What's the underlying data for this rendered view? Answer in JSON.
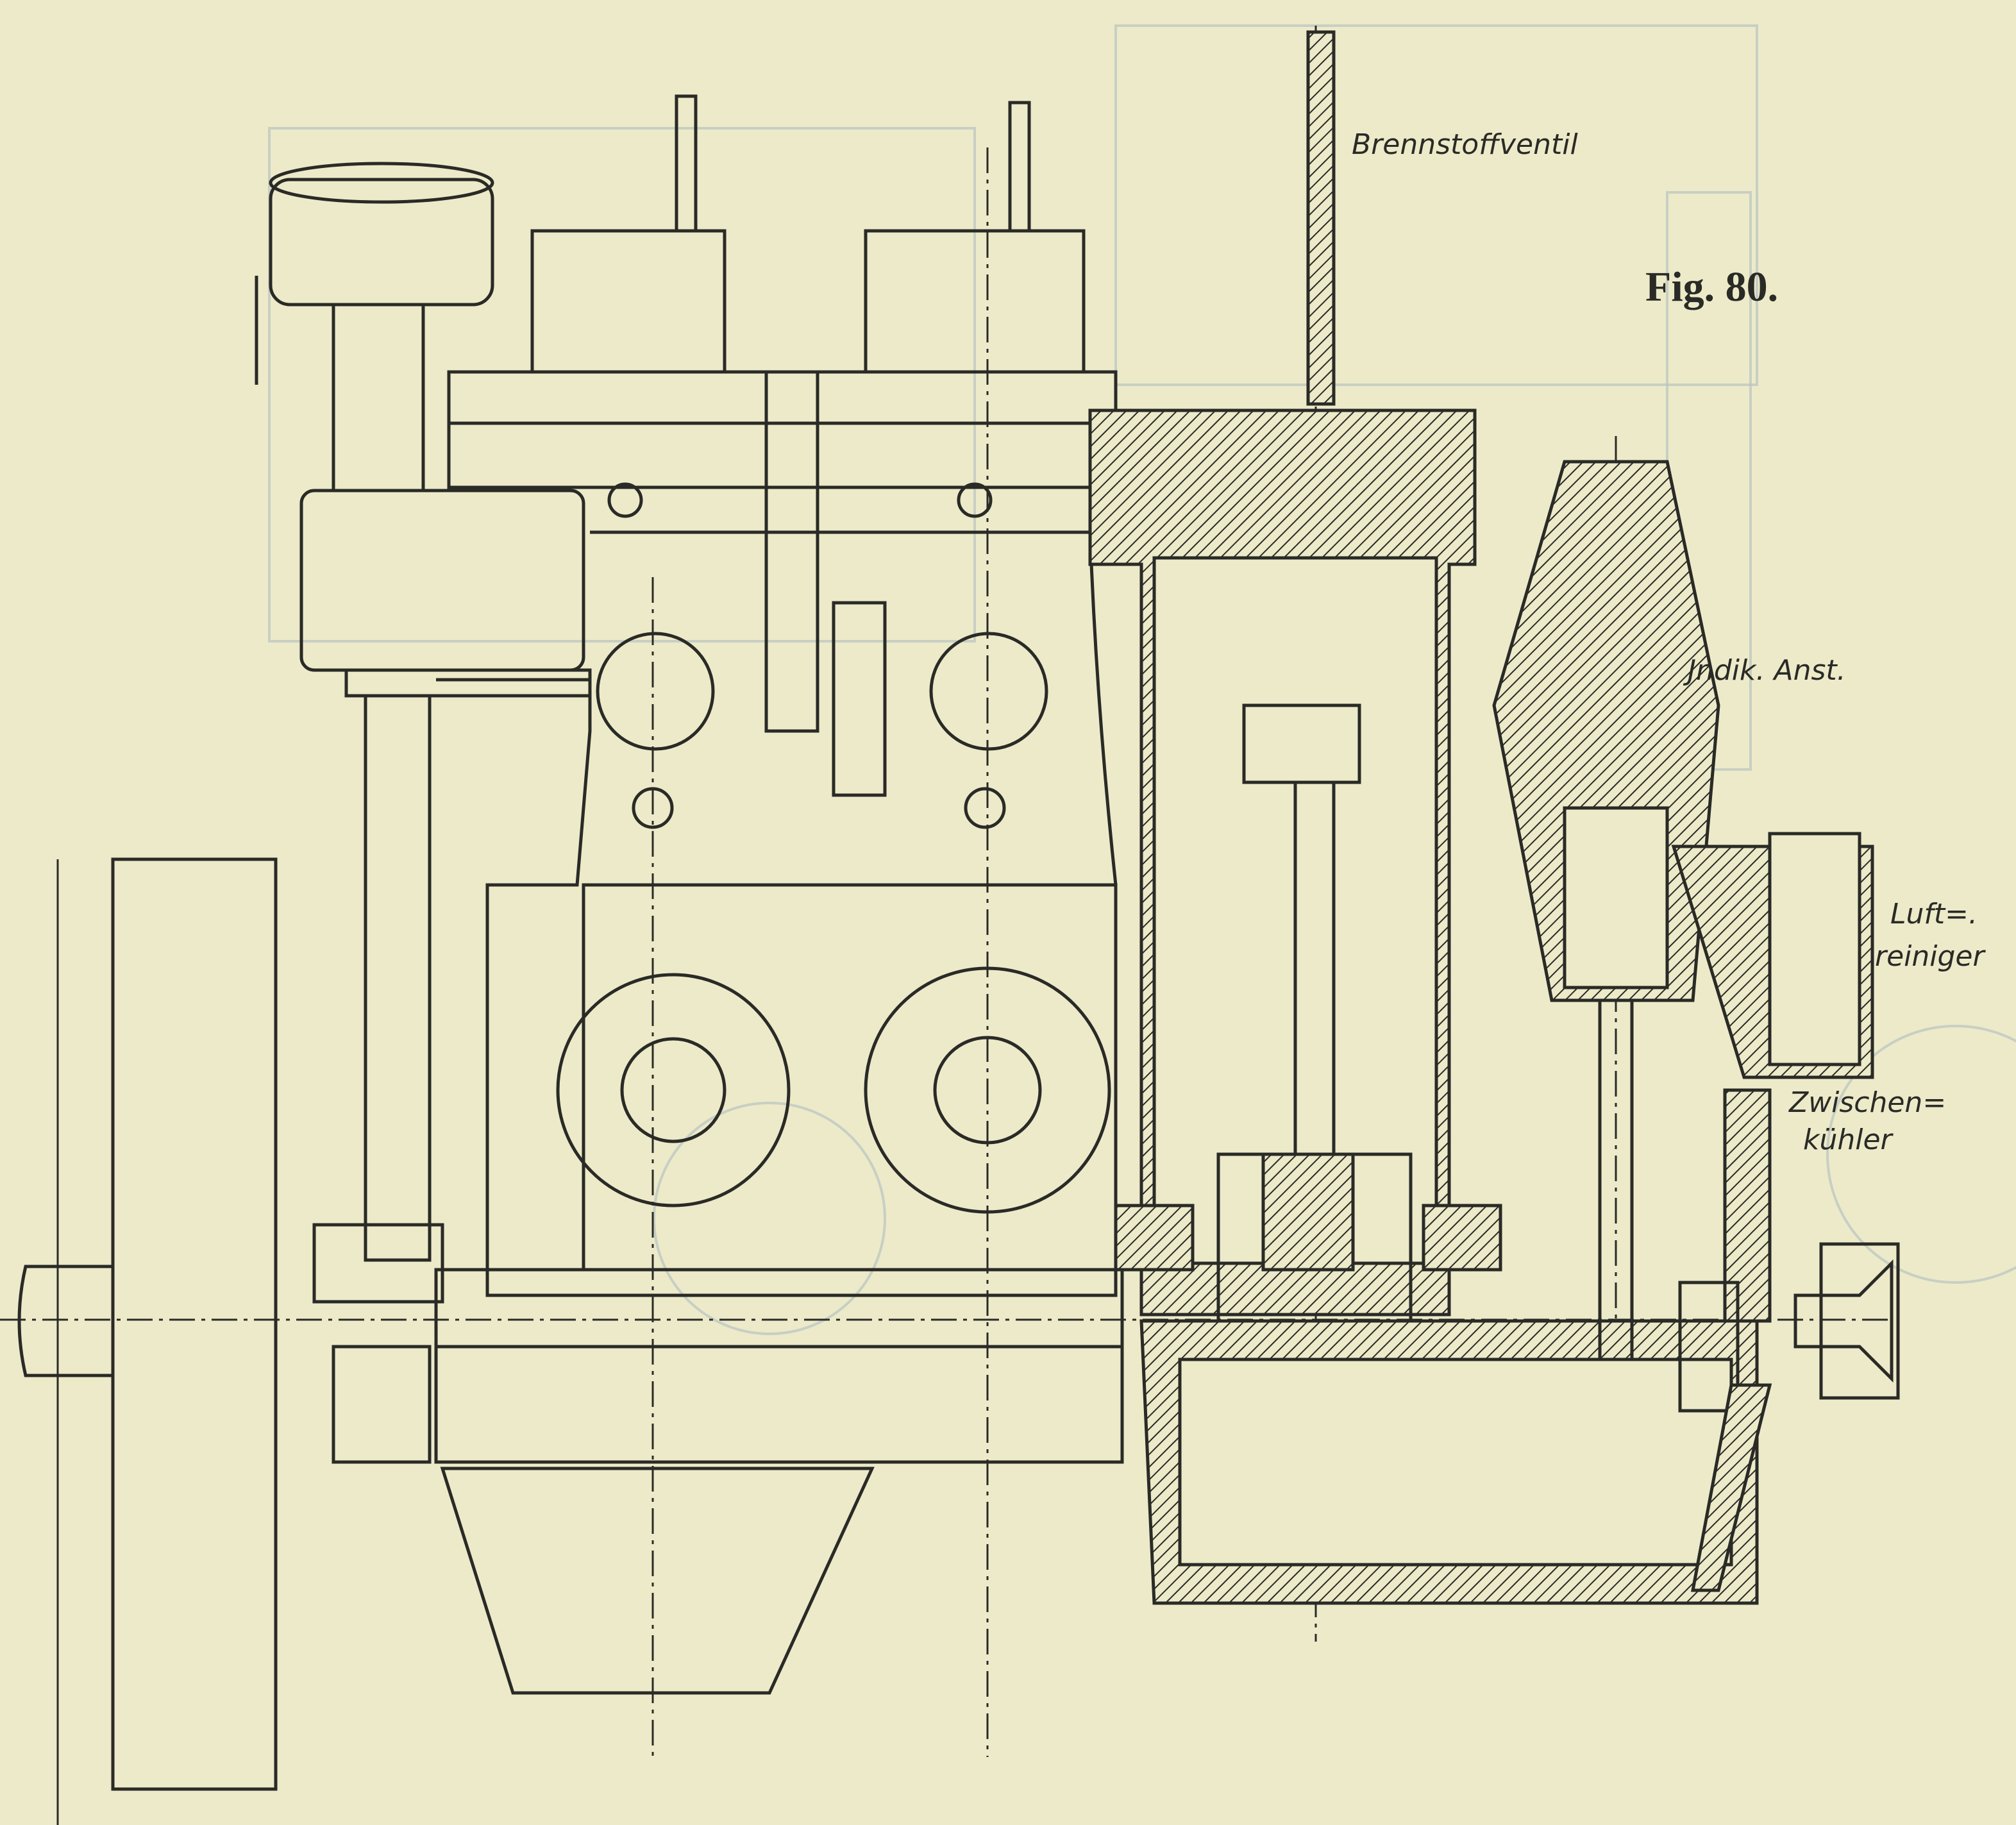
{
  "figure": {
    "caption": "Fig. 80.",
    "labels": {
      "fuel_valve": "Brennstoffventil",
      "indicator": "Jndik. Anst.",
      "air_cleaner_1": "Luft=.",
      "air_cleaner_2": "reiniger",
      "intercooler_1": "Zwischen=",
      "intercooler_2": "kühler"
    }
  },
  "colors": {
    "paper": "#eceac9",
    "ink": "#2a2a26",
    "show_through": "#b9c3c0"
  }
}
